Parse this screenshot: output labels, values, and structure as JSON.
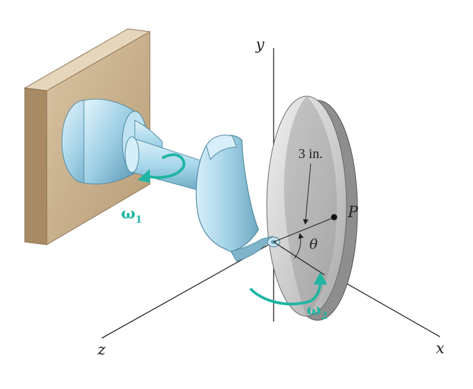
{
  "labels": {
    "axis_y": "y",
    "axis_z": "z",
    "axis_x": "x",
    "radius": "3 in.",
    "point": "P",
    "angle": "θ",
    "omega1_symbol": "ω",
    "omega1_sub": "1",
    "omega2_symbol": "ω",
    "omega2_sub": "2"
  },
  "colors": {
    "wall": "#c9b08d",
    "shaft": "#a6d6ea",
    "disk": "#c8c8c8",
    "arrow": "#1fb5a2"
  }
}
